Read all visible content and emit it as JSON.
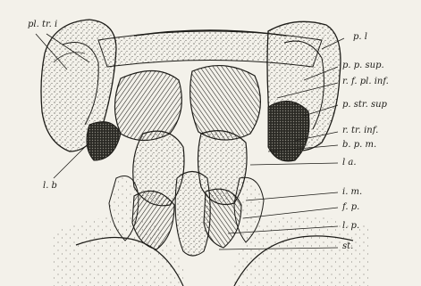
{
  "figure": {
    "labels": {
      "pl_tr_i": "pl. tr. i",
      "l_b": "l. b",
      "p_l": "p. l",
      "p_p_sup": "p. p. sup.",
      "r_f_pl_inf": "r. f. pl. inf.",
      "p_str_sup": "p. str. sup",
      "r_tr_inf": "r. tr. inf.",
      "b_p_m": "b. p. m.",
      "l_a": "l a.",
      "i_m": "i. m.",
      "f_p": "f. p.",
      "l_p": "l. p.",
      "st": "st."
    },
    "colors": {
      "ink": "#1d1c18",
      "paper": "#f3f1ea",
      "shade": "#5a5750"
    }
  }
}
